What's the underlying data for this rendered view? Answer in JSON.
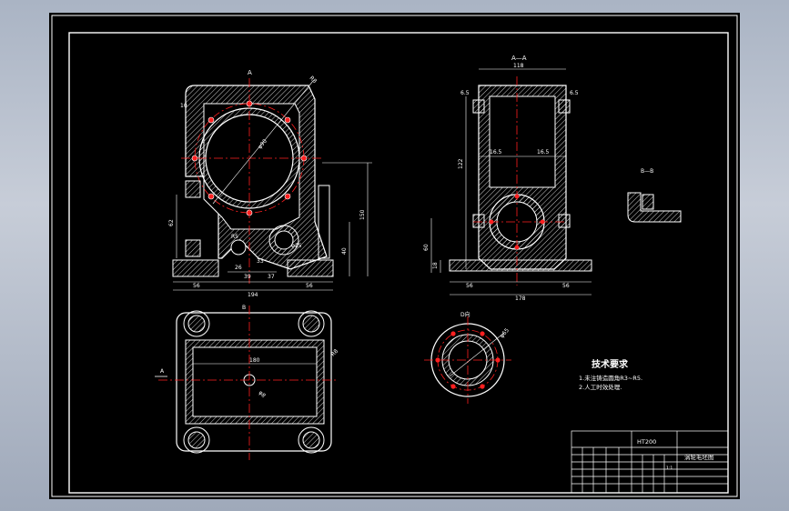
{
  "colors": {
    "background": "#000000",
    "outline": "#ffffff",
    "centerline": "#ff2020",
    "hatch": "#ffffff",
    "bolt_hole_fill": "#ff2020"
  },
  "views": {
    "front_section_marker": "A",
    "side_section_title": "A—A",
    "detail_b_title": "B—B",
    "bottom_section_marker": "B",
    "flange_view_title": "D向",
    "plan_arrow_label": "A"
  },
  "dimensions": {
    "front": {
      "bore": "φ90",
      "right_height": "150",
      "lower_right": "40",
      "left_height": "62",
      "bottom_d1": "26",
      "bottom_d2": "39",
      "bottom_d3": "33",
      "bottom_d4": "37",
      "base_left": "56",
      "base_right": "56",
      "overall_width": "194",
      "top_left": "10",
      "top_r": "R8",
      "b_small": "R5",
      "b_big": "φ25"
    },
    "side": {
      "top_width": "118",
      "left_wall": "6.5",
      "right_wall": "6.5",
      "inner_left": "16.5",
      "inner_right": "16.5",
      "height": "122",
      "bottom_height": "18",
      "lower_height": "60",
      "base_left": "56",
      "base_right": "56",
      "overall_width": "178"
    },
    "plan": {
      "inner_length": "180",
      "center_hole": "φ8",
      "corner": "R8"
    },
    "flange": {
      "pcd": "φ65"
    }
  },
  "technical_requirements": {
    "title": "技术要求",
    "items": [
      "1.未注铸造圆角R3~R5.",
      "2.人工时效处理."
    ]
  },
  "title_block": {
    "material": "HT200",
    "drawing_name": "涡轮毛坯图",
    "scale": "1:1"
  }
}
